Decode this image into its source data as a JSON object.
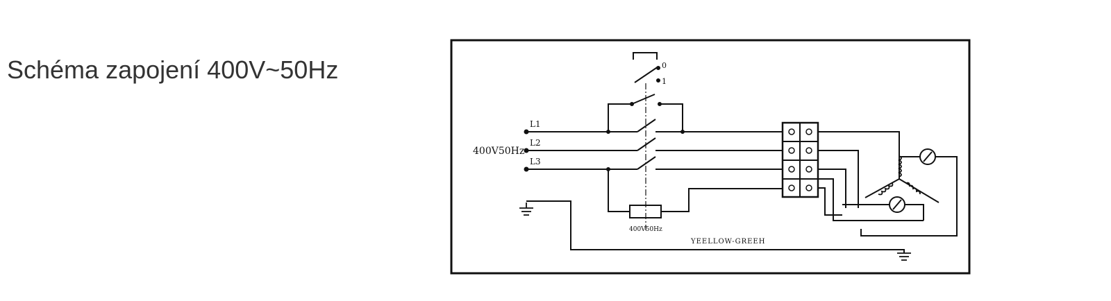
{
  "title": "Schéma zapojení 400V~50Hz",
  "diagram": {
    "supply_label": "400V50Hz",
    "phases": [
      "L1",
      "L2",
      "L3"
    ],
    "switch_positions": [
      "0",
      "1"
    ],
    "coil_label": "400V50Hz",
    "earth_wire_label": "YEELLOW-GREEH"
  }
}
